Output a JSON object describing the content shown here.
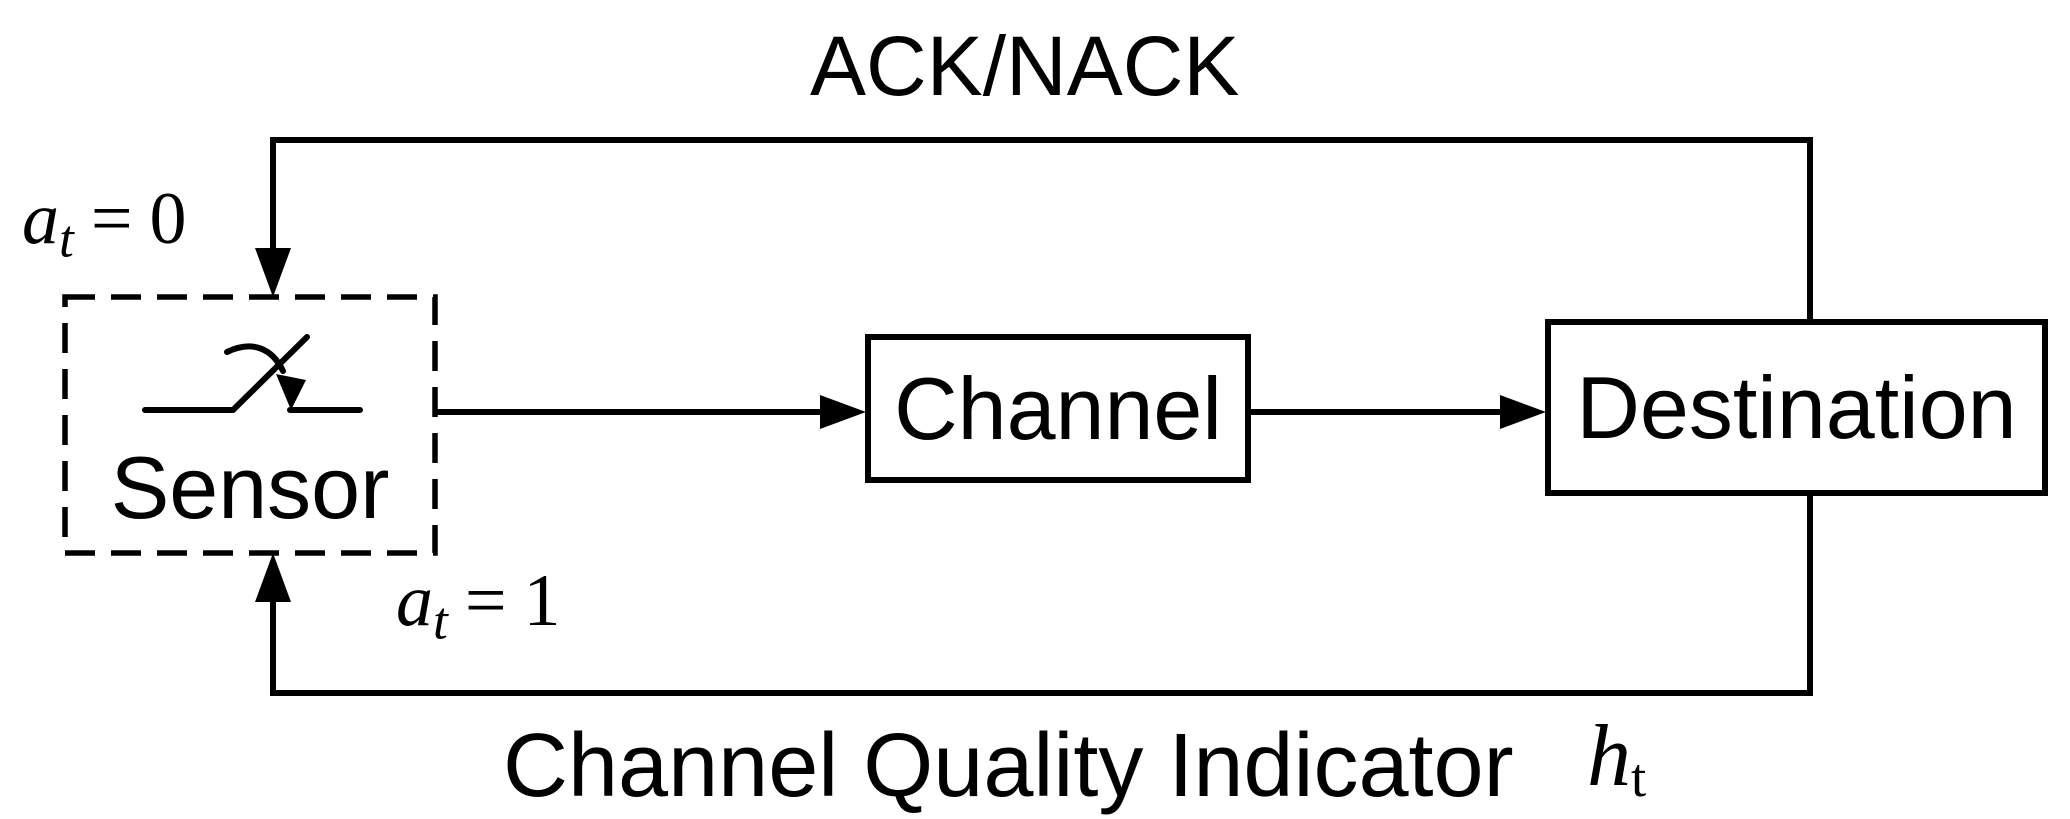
{
  "figure": {
    "background": "#ffffff",
    "line_color": "#000000",
    "top_feedback_label": "ACK/NACK",
    "bottom_feedback_label": "Channel Quality Indicator",
    "bottom_feedback_symbol": {
      "base": "h",
      "subscript": "t"
    },
    "sensor_action_off": {
      "base": "a",
      "subscript": "t",
      "relation": "=",
      "value": "0"
    },
    "sensor_action_on": {
      "base": "a",
      "subscript": "t",
      "relation": "=",
      "value": "1"
    },
    "blocks": {
      "sensor": {
        "label": "Sensor"
      },
      "channel": {
        "label": "Channel"
      },
      "destination": {
        "label": "Destination"
      }
    }
  }
}
